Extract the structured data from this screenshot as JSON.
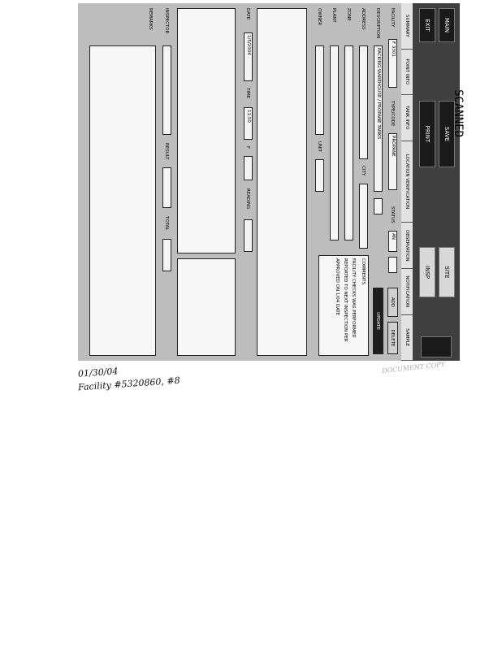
{
  "window": {
    "toolbar_buttons": [
      "MAIN",
      "EXIT",
      "SAVE",
      "PRINT"
    ],
    "header_right": [
      "SITE",
      "INSP"
    ],
    "corner_label": ""
  },
  "tabs": [
    "SUMMARY",
    "POINT INFO",
    "TANK INFO",
    "LOCATION VERIFICATION",
    "OBSERVATION",
    "NOTIFICATION",
    "SAMPLE"
  ],
  "fields": {
    "facility_label": "FACILITY",
    "facility_value": "F 3301",
    "type_label": "TYPE/CODE",
    "type_value": "PROPANE",
    "status_label": "STATUS",
    "status_value": "AN",
    "desc_label": "DESCRIPTION",
    "desc_value": "PACKING WAREHOUSE / PROPANE TANKS",
    "address_label": "ADDRESS",
    "city_label": "CITY",
    "zone_label": "ZONE",
    "plant_label": "PLANT",
    "owner_label": "OWNER",
    "unit_label": "UNIT",
    "date_label": "DATE",
    "date_value": "1/5/2004",
    "time_label": "TIME",
    "time_value": "11:50",
    "fw_label": "F",
    "reading_label": "READING",
    "reading_value": "",
    "comments_label": "COMMENTS",
    "comments_lines": [
      "FACILITY CHECKS WAS PERFORMED",
      "REPORTED TO NEXT INSPECTION PER",
      "APPROVED ON 1/04 DATE"
    ],
    "inspector_label": "INSPECTOR",
    "result_label": "RESULT",
    "total_label": "TOTAL",
    "remarks_label": "REMARKS",
    "add_button": "ADD",
    "delete_button": "DELETE",
    "update_button": "UPDATE"
  },
  "annotations": {
    "date_stamp": "01/30/04",
    "handwritten": "Facility #5320860, #8",
    "scanned_stamp": "SCANNED",
    "faint_text": "DOCUMENT COPY"
  },
  "colors": {
    "window": "#9c9c9c",
    "titlebar": "#3f3f3f",
    "field": "#f4f4f4"
  }
}
